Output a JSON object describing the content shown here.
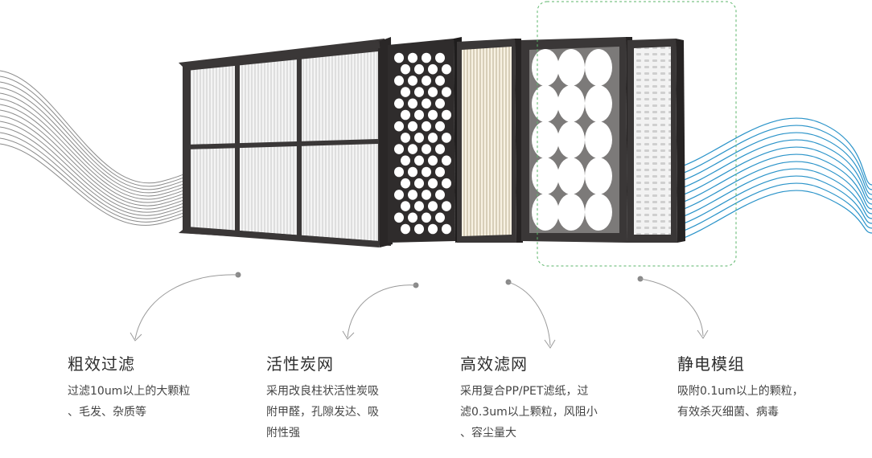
{
  "colors": {
    "frame": "#3a3737",
    "wave_left": "#8a8a8a",
    "wave_right": "#2a93c9",
    "highlight_box": "#5bb56a",
    "connector": "#888888"
  },
  "layers": [
    {
      "name": "粗效过滤",
      "desc": "过滤10um以上的大颗粒\n、毛发、杂质等"
    },
    {
      "name": "活性炭网",
      "desc": "采用改良柱状活性炭吸\n附甲醛，孔隙发达、吸\n附性强"
    },
    {
      "name": "高效滤网",
      "desc": "采用复合PP/PET滤纸，过\n滤0.3um以上颗粒，风阻小\n、容尘量大"
    },
    {
      "name": "静电模组",
      "desc": "吸附0.1um以上的颗粒，\n有效杀灭细菌、病毒"
    }
  ]
}
